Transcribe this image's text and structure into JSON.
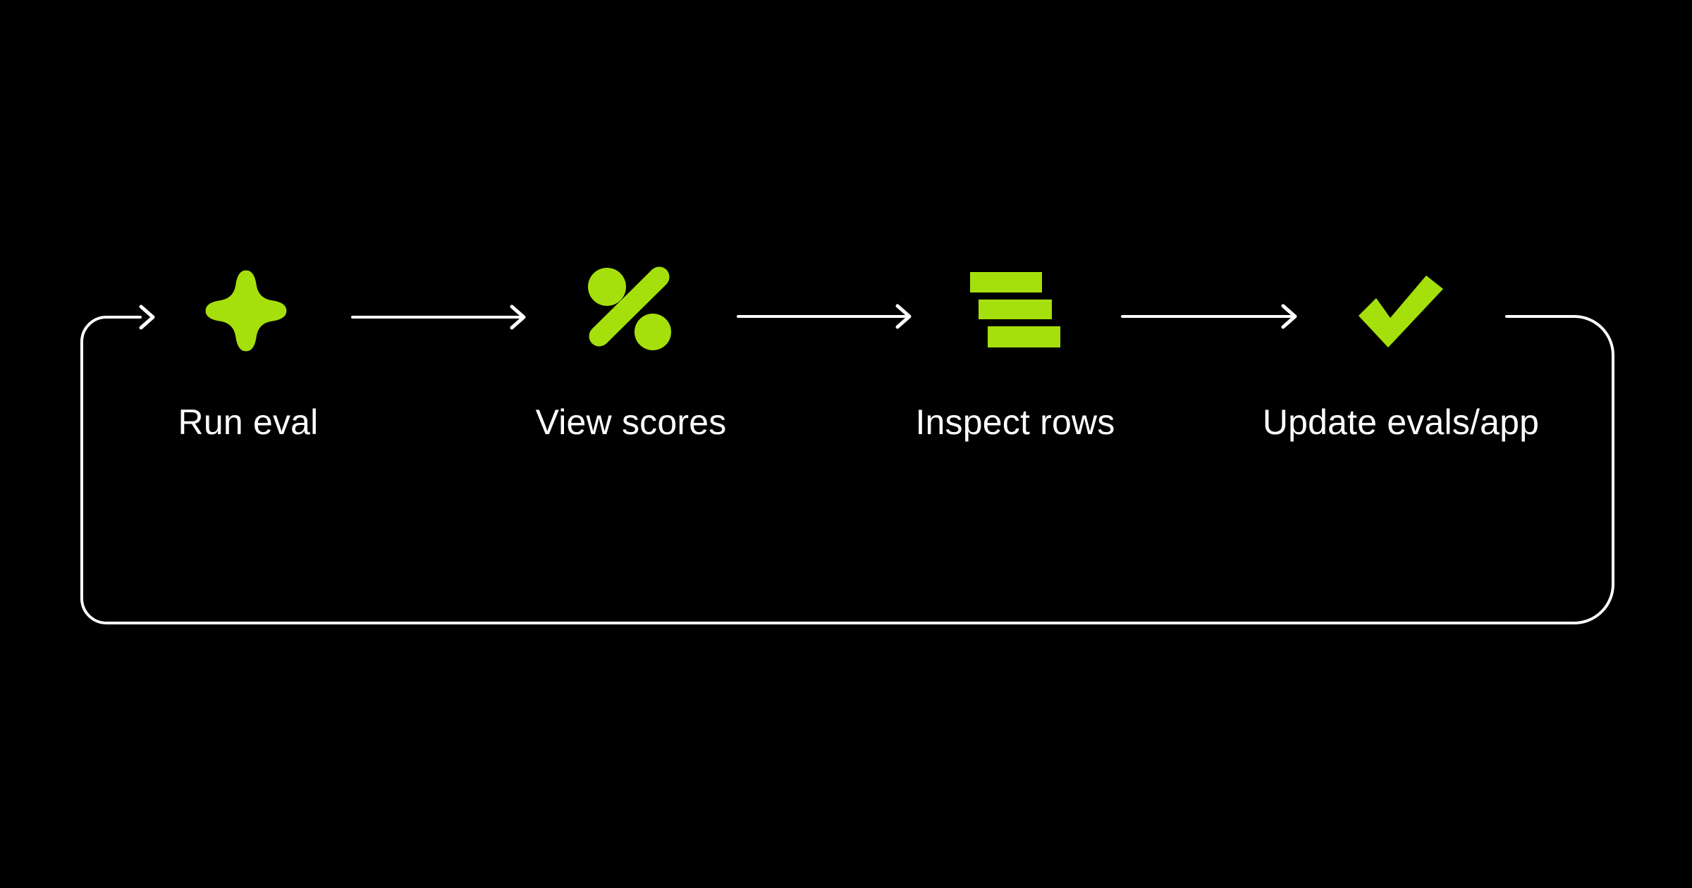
{
  "colors": {
    "background": "#000000",
    "accent": "#A6E00C",
    "line": "#FFFFFF",
    "text": "#FFFFFF"
  },
  "steps": [
    {
      "id": "run-eval",
      "label": "Run eval",
      "icon": "sparkle-icon"
    },
    {
      "id": "view-scores",
      "label": "View scores",
      "icon": "percent-icon"
    },
    {
      "id": "inspect-rows",
      "label": "Inspect rows",
      "icon": "rows-icon"
    },
    {
      "id": "update-evals-app",
      "label": "Update evals/app",
      "icon": "check-icon"
    }
  ],
  "connectors": {
    "forward_arrows": 3,
    "loop": "arrow from last step back to first step"
  }
}
